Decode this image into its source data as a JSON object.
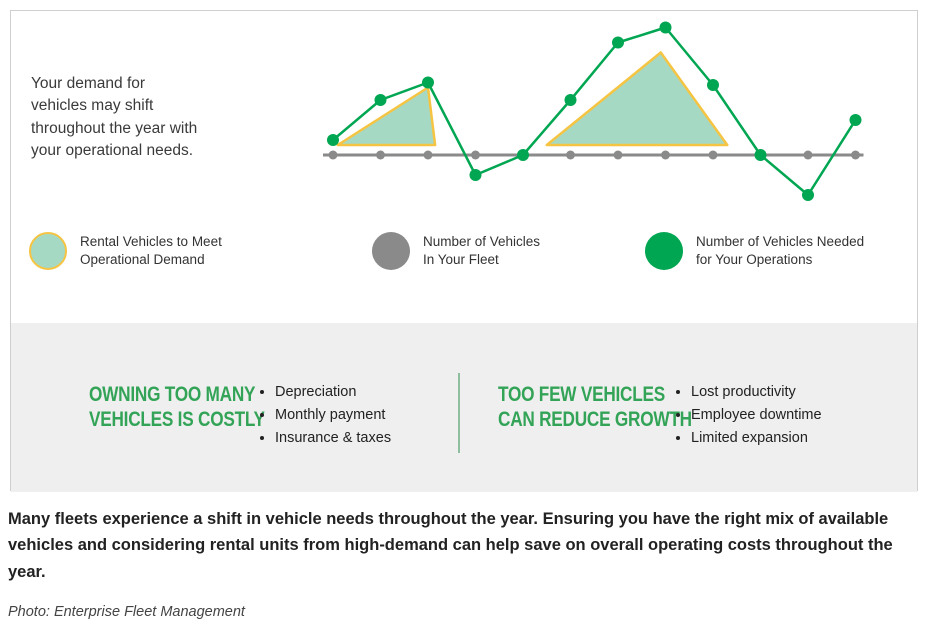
{
  "infographic": {
    "intro_text": "Your demand for\nvehicles may shift\nthroughout the year with\nyour operational needs.",
    "legend": [
      {
        "label": "Rental Vehicles to Meet\nOperational Demand"
      },
      {
        "label": "Number of Vehicles\nIn Your Fleet"
      },
      {
        "label": "Number of Vehicles Needed\nfor Your Operations"
      }
    ],
    "costly": {
      "heading": "OWNING TOO MANY\nVEHICLES IS COSTLY",
      "bullets": [
        "Depreciation",
        "Monthly payment",
        "Insurance & taxes"
      ]
    },
    "growth": {
      "heading": "TOO FEW VEHICLES\nCAN REDUCE GROWTH",
      "bullets": [
        "Lost productivity",
        "Employee downtime",
        "Limited expansion"
      ]
    }
  },
  "caption": "Many fleets experience a shift in vehicle needs throughout the year. Ensuring you have the right mix of available vehicles and considering rental units from high-demand can help save on overall operating costs throughout the year.",
  "credit": "Photo: Enterprise Fleet Management",
  "colors": {
    "green": "#00a651",
    "heading_green": "#33a457",
    "gray": "#8a8a8a",
    "rental_fill": "#a5d9c3",
    "rental_stroke": "#f6c443",
    "section_bg": "#efefef",
    "border": "#cfcfcf"
  },
  "chart_data": {
    "type": "line",
    "title": "",
    "xlabel": "",
    "ylabel": "",
    "x": [
      1,
      2,
      3,
      4,
      5,
      6,
      7,
      8,
      9,
      10,
      11,
      12
    ],
    "series": [
      {
        "name": "Number of Vehicles In Your Fleet",
        "color": "#8a8a8a",
        "values": [
          5,
          5,
          5,
          5,
          5,
          5,
          5,
          5,
          5,
          5,
          5,
          5
        ]
      },
      {
        "name": "Number of Vehicles Needed for Your Operations",
        "color": "#00a651",
        "values": [
          5.6,
          7.2,
          7.9,
          4.2,
          5.0,
          7.2,
          9.5,
          10.1,
          7.8,
          5.0,
          3.4,
          6.4
        ]
      }
    ],
    "rental_areas": [
      [
        [
          1.1,
          5.4
        ],
        [
          3.0,
          7.7
        ],
        [
          3.15,
          5.4
        ]
      ],
      [
        [
          5.5,
          5.4
        ],
        [
          7.9,
          9.1
        ],
        [
          9.3,
          5.4
        ]
      ]
    ],
    "ylim": [
      2.5,
      11
    ],
    "axes_visible": false,
    "grid": false,
    "legend_position": "below"
  }
}
